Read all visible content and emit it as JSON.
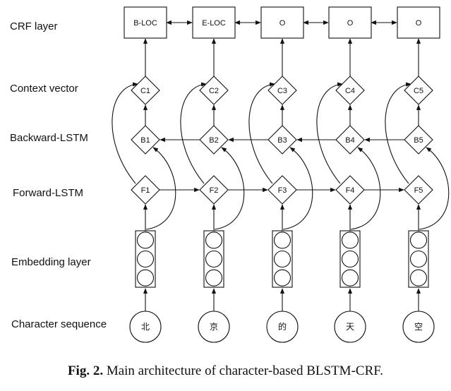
{
  "row_labels": {
    "crf": "CRF layer",
    "context": "Context vector",
    "backward": "Backward-LSTM",
    "forward": "Forward-LSTM",
    "embedding": "Embedding layer",
    "characters": "Character sequence"
  },
  "columns": [
    {
      "crf": "B-LOC",
      "context": "C1",
      "backward": "B1",
      "forward": "F1",
      "char": "北"
    },
    {
      "crf": "E-LOC",
      "context": "C2",
      "backward": "B2",
      "forward": "F2",
      "char": "京"
    },
    {
      "crf": "O",
      "context": "C3",
      "backward": "B3",
      "forward": "F3",
      "char": "的"
    },
    {
      "crf": "O",
      "context": "C4",
      "backward": "B4",
      "forward": "F4",
      "char": "天"
    },
    {
      "crf": "O",
      "context": "C5",
      "backward": "B5",
      "forward": "F5",
      "char": "空"
    }
  ],
  "caption": {
    "label": "Fig. 2.",
    "text": "Main architecture of character-based BLSTM-CRF."
  }
}
